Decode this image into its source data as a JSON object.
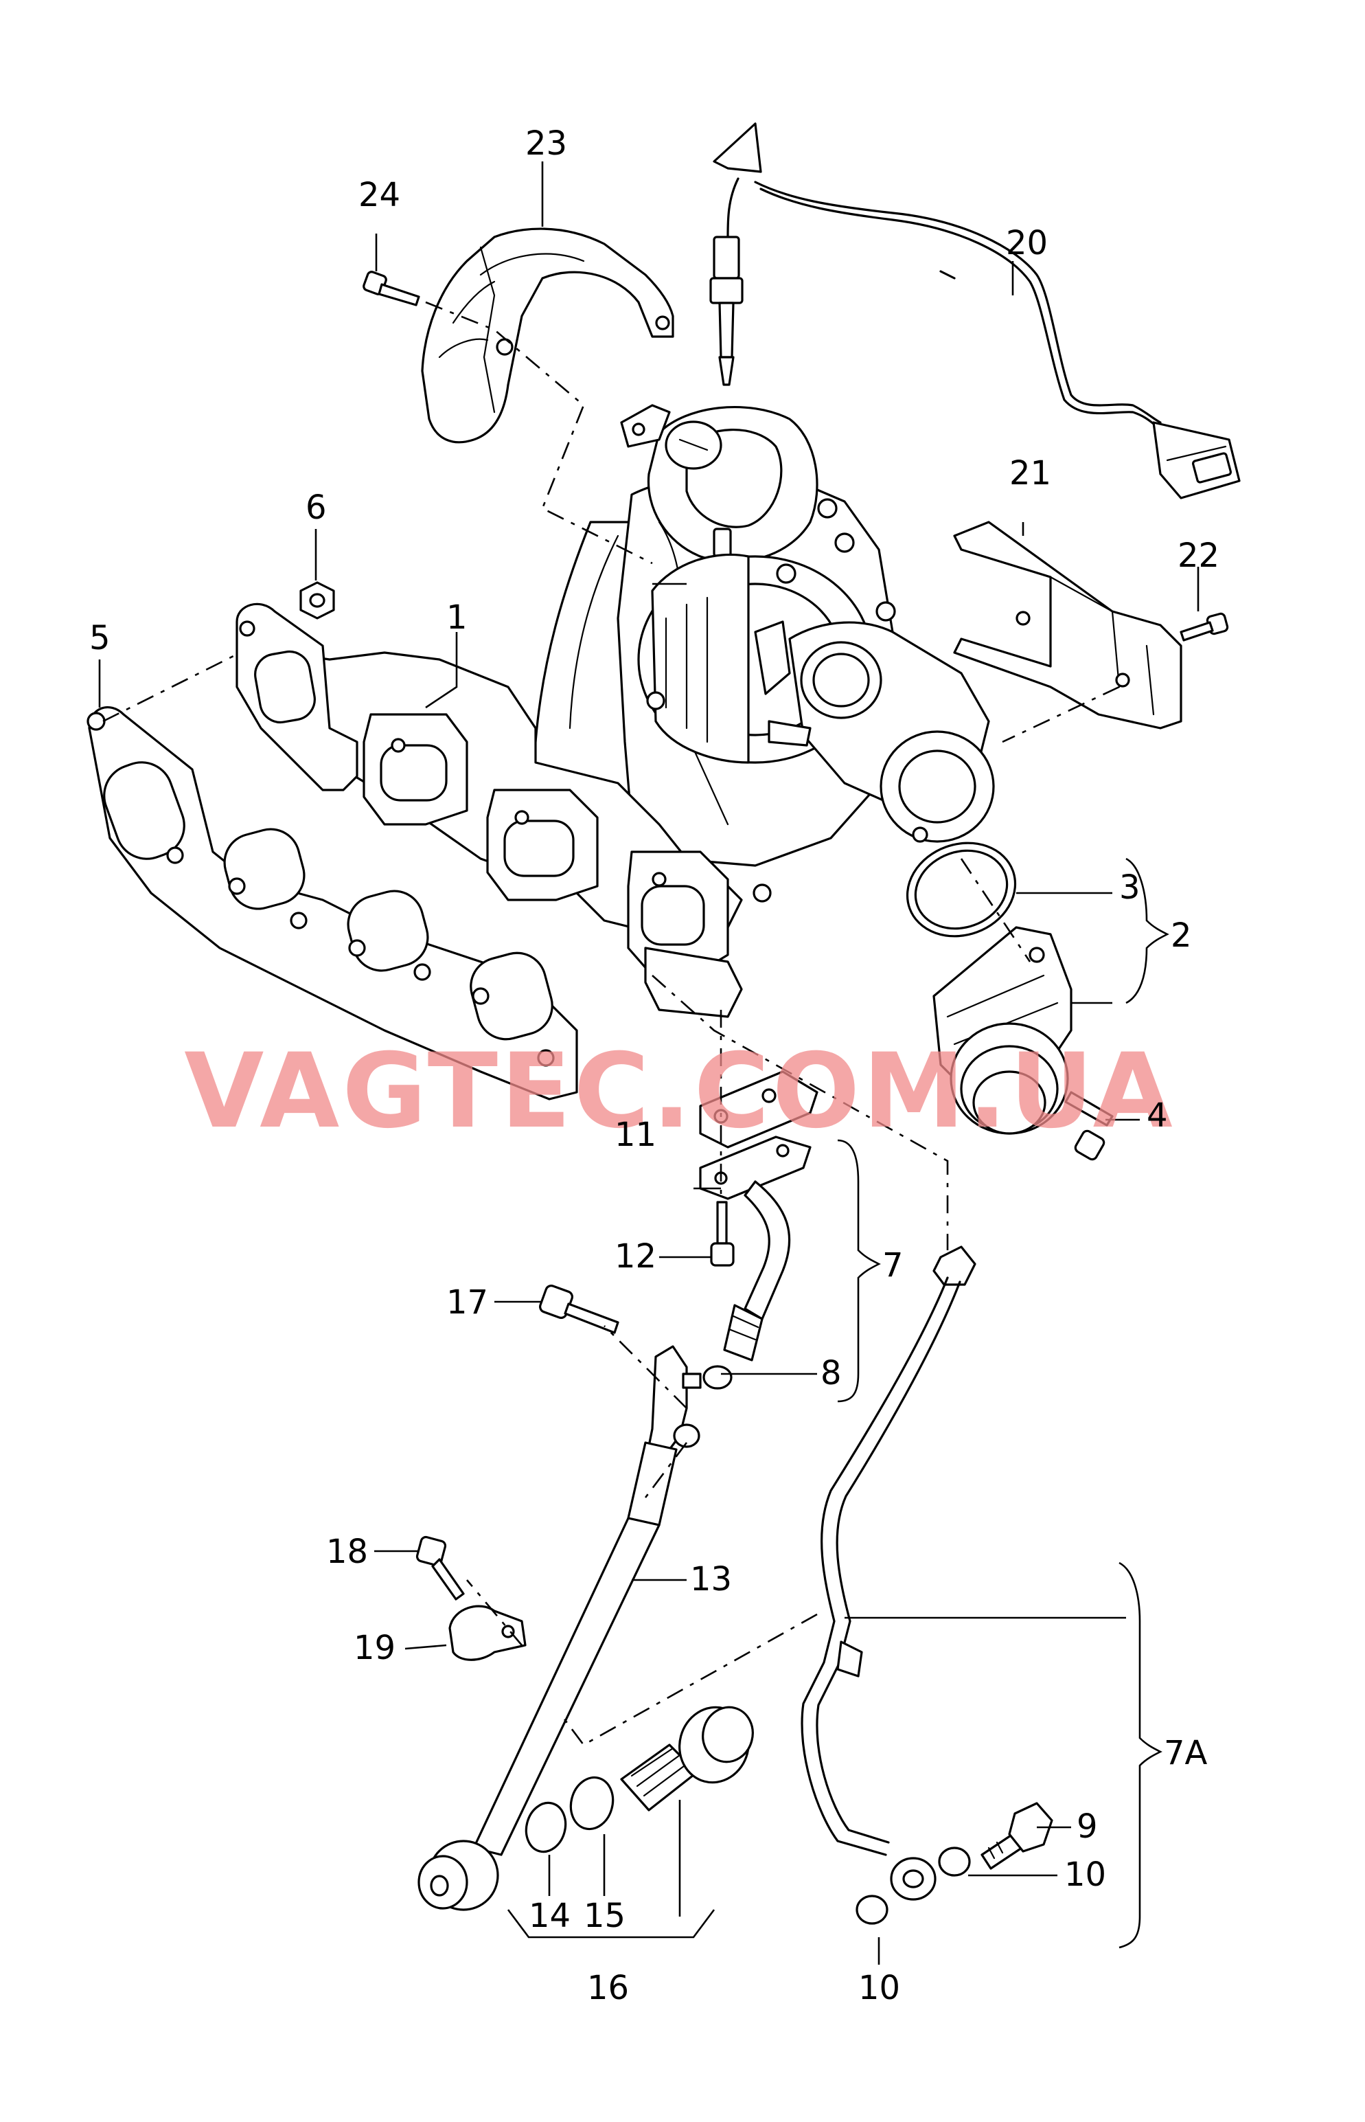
{
  "watermark": {
    "text": "VAGTEC.COM.UA",
    "color": "#f08a8a"
  },
  "callouts": [
    {
      "id": "c1",
      "text": "1"
    },
    {
      "id": "c2",
      "text": "2"
    },
    {
      "id": "c3",
      "text": "3"
    },
    {
      "id": "c4",
      "text": "4"
    },
    {
      "id": "c5",
      "text": "5"
    },
    {
      "id": "c6",
      "text": "6"
    },
    {
      "id": "c7",
      "text": "7"
    },
    {
      "id": "c7a",
      "text": "7A"
    },
    {
      "id": "c8",
      "text": "8"
    },
    {
      "id": "c9",
      "text": "9"
    },
    {
      "id": "c10a",
      "text": "10"
    },
    {
      "id": "c10b",
      "text": "10"
    },
    {
      "id": "c11",
      "text": "11"
    },
    {
      "id": "c12",
      "text": "12"
    },
    {
      "id": "c13",
      "text": "13"
    },
    {
      "id": "c14",
      "text": "14"
    },
    {
      "id": "c15",
      "text": "15"
    },
    {
      "id": "c16",
      "text": "16"
    },
    {
      "id": "c17",
      "text": "17"
    },
    {
      "id": "c18",
      "text": "18"
    },
    {
      "id": "c19",
      "text": "19"
    },
    {
      "id": "c20",
      "text": "20"
    },
    {
      "id": "c21",
      "text": "21"
    },
    {
      "id": "c22",
      "text": "22"
    },
    {
      "id": "c23",
      "text": "23"
    },
    {
      "id": "c24",
      "text": "24"
    }
  ]
}
